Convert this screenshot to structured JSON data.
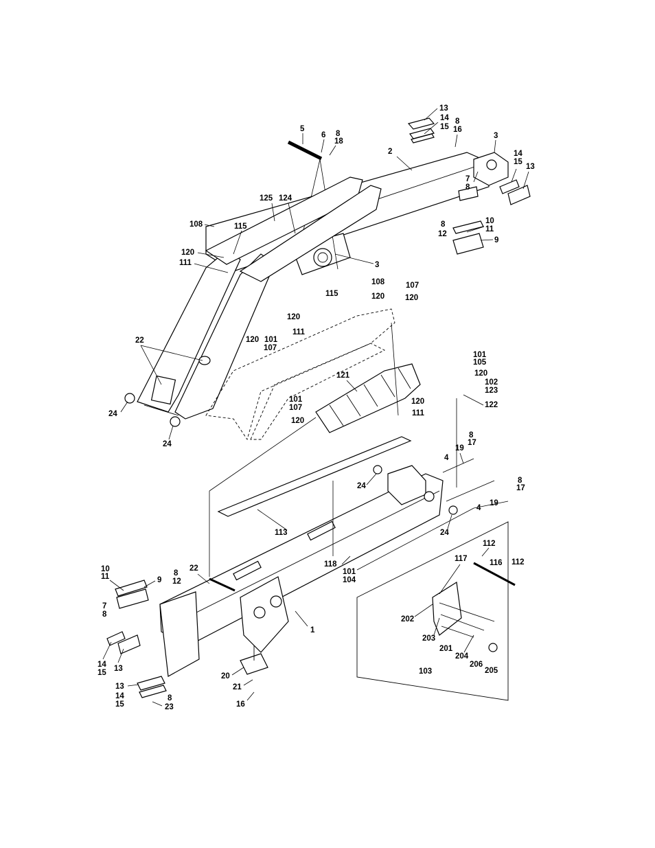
{
  "callouts": [
    {
      "id": "c1",
      "text": "13"
    },
    {
      "id": "c2",
      "text": "14"
    },
    {
      "id": "c3",
      "text": "15"
    },
    {
      "id": "c4",
      "text": "8"
    },
    {
      "id": "c5",
      "text": "16"
    },
    {
      "id": "c6",
      "text": "5"
    },
    {
      "id": "c7",
      "text": "6"
    },
    {
      "id": "c8",
      "text": "8"
    },
    {
      "id": "c9",
      "text": "18"
    },
    {
      "id": "c10",
      "text": "3"
    },
    {
      "id": "c11",
      "text": "2"
    },
    {
      "id": "c12",
      "text": "14"
    },
    {
      "id": "c13",
      "text": "15"
    },
    {
      "id": "c14",
      "text": "13"
    },
    {
      "id": "c15",
      "text": "7"
    },
    {
      "id": "c16",
      "text": "8"
    },
    {
      "id": "c17",
      "text": "125"
    },
    {
      "id": "c18",
      "text": "124"
    },
    {
      "id": "c19",
      "text": "10"
    },
    {
      "id": "c20",
      "text": "8"
    },
    {
      "id": "c21",
      "text": "11"
    },
    {
      "id": "c22",
      "text": "12"
    },
    {
      "id": "c23",
      "text": "9"
    },
    {
      "id": "c24",
      "text": "108"
    },
    {
      "id": "c25",
      "text": "115"
    },
    {
      "id": "c26",
      "text": "120"
    },
    {
      "id": "c27",
      "text": "111"
    },
    {
      "id": "c28",
      "text": "3"
    },
    {
      "id": "c29",
      "text": "108"
    },
    {
      "id": "c30",
      "text": "107"
    },
    {
      "id": "c31",
      "text": "115"
    },
    {
      "id": "c32",
      "text": "120"
    },
    {
      "id": "c33",
      "text": "120"
    },
    {
      "id": "c34",
      "text": "120"
    },
    {
      "id": "c35",
      "text": "111"
    },
    {
      "id": "c36",
      "text": "120"
    },
    {
      "id": "c37",
      "text": "101"
    },
    {
      "id": "c38",
      "text": "107"
    },
    {
      "id": "c39",
      "text": "22"
    },
    {
      "id": "c40",
      "text": "101"
    },
    {
      "id": "c41",
      "text": "105"
    },
    {
      "id": "c42",
      "text": "120"
    },
    {
      "id": "c43",
      "text": "102"
    },
    {
      "id": "c44",
      "text": "123"
    },
    {
      "id": "c45",
      "text": "121"
    },
    {
      "id": "c46",
      "text": "122"
    },
    {
      "id": "c47",
      "text": "101"
    },
    {
      "id": "c48",
      "text": "107"
    },
    {
      "id": "c49",
      "text": "120"
    },
    {
      "id": "c50",
      "text": "120"
    },
    {
      "id": "c51",
      "text": "111"
    },
    {
      "id": "c52",
      "text": "24"
    },
    {
      "id": "c53",
      "text": "24"
    },
    {
      "id": "c54",
      "text": "8"
    },
    {
      "id": "c55",
      "text": "17"
    },
    {
      "id": "c56",
      "text": "19"
    },
    {
      "id": "c57",
      "text": "4"
    },
    {
      "id": "c58",
      "text": "24"
    },
    {
      "id": "c59",
      "text": "8"
    },
    {
      "id": "c60",
      "text": "17"
    },
    {
      "id": "c61",
      "text": "4"
    },
    {
      "id": "c62",
      "text": "19"
    },
    {
      "id": "c63",
      "text": "24"
    },
    {
      "id": "c64",
      "text": "113"
    },
    {
      "id": "c65",
      "text": "112"
    },
    {
      "id": "c66",
      "text": "117"
    },
    {
      "id": "c67",
      "text": "116"
    },
    {
      "id": "c68",
      "text": "112"
    },
    {
      "id": "c69",
      "text": "118"
    },
    {
      "id": "c70",
      "text": "101"
    },
    {
      "id": "c71",
      "text": "104"
    },
    {
      "id": "c72",
      "text": "10"
    },
    {
      "id": "c73",
      "text": "11"
    },
    {
      "id": "c74",
      "text": "9"
    },
    {
      "id": "c75",
      "text": "8"
    },
    {
      "id": "c76",
      "text": "12"
    },
    {
      "id": "c77",
      "text": "22"
    },
    {
      "id": "c78",
      "text": "7"
    },
    {
      "id": "c79",
      "text": "8"
    },
    {
      "id": "c80",
      "text": "1"
    },
    {
      "id": "c81",
      "text": "202"
    },
    {
      "id": "c82",
      "text": "203"
    },
    {
      "id": "c83",
      "text": "201"
    },
    {
      "id": "c84",
      "text": "204"
    },
    {
      "id": "c85",
      "text": "206"
    },
    {
      "id": "c86",
      "text": "205"
    },
    {
      "id": "c87",
      "text": "14"
    },
    {
      "id": "c88",
      "text": "15"
    },
    {
      "id": "c89",
      "text": "13"
    },
    {
      "id": "c90",
      "text": "20"
    },
    {
      "id": "c91",
      "text": "21"
    },
    {
      "id": "c92",
      "text": "13"
    },
    {
      "id": "c93",
      "text": "14"
    },
    {
      "id": "c94",
      "text": "15"
    },
    {
      "id": "c95",
      "text": "8"
    },
    {
      "id": "c96",
      "text": "23"
    },
    {
      "id": "c97",
      "text": "16"
    },
    {
      "id": "c98",
      "text": "103"
    }
  ]
}
